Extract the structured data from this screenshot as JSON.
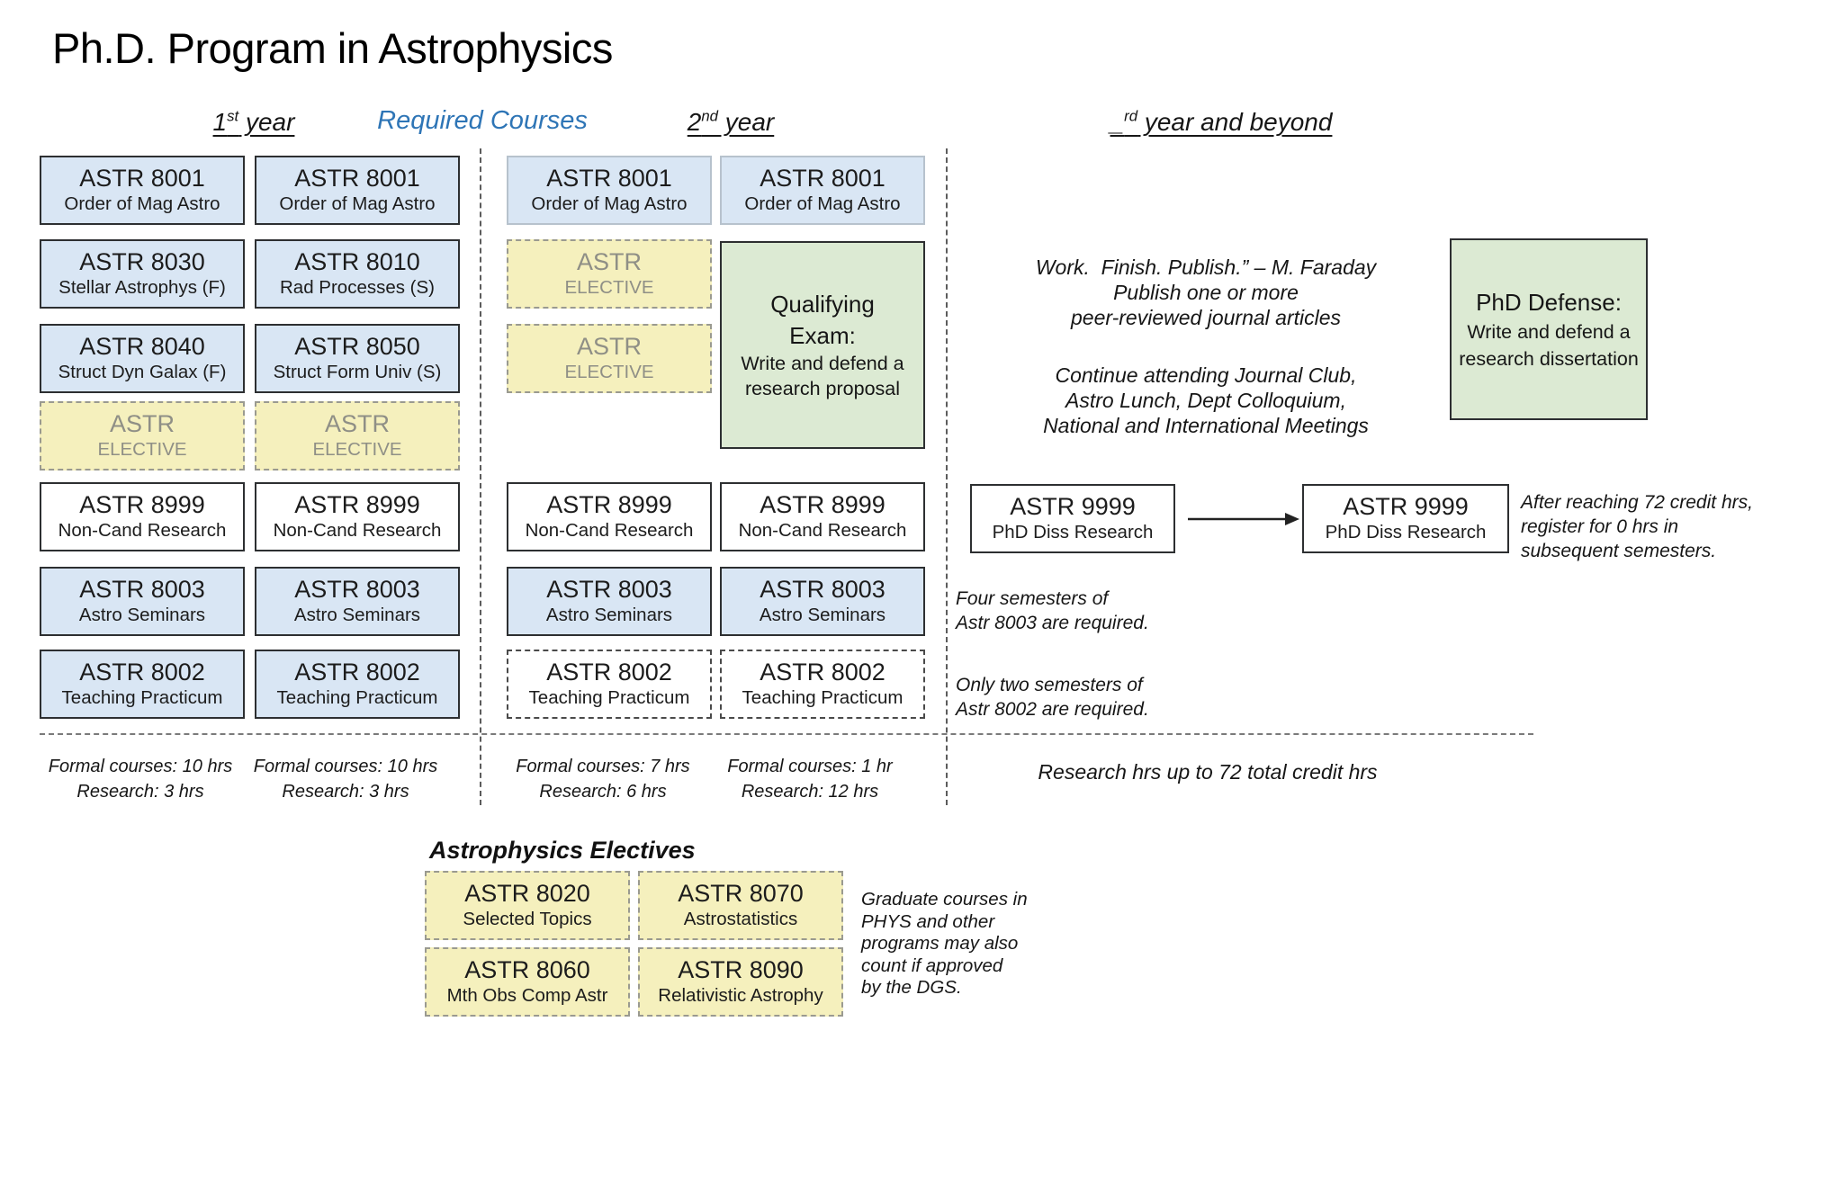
{
  "title": "Ph.D. Program in Astrophysics",
  "headers": {
    "year1": {
      "base": "1",
      "sup": "st",
      "rest": " year"
    },
    "required": "Required Courses",
    "year2": {
      "base": "2",
      "sup": "nd",
      "rest": " year"
    },
    "beyond": {
      "base": "_",
      "sup": "rd",
      "rest": " year and beyond"
    }
  },
  "sem1": [
    {
      "code": "ASTR 8001",
      "name": "Order of Mag Astro"
    },
    {
      "code": "ASTR 8030",
      "name": "Stellar Astrophys (F)"
    },
    {
      "code": "ASTR 8040",
      "name": "Struct Dyn Galax (F)"
    },
    {
      "code": "ASTR",
      "name": "ELECTIVE"
    },
    {
      "code": "ASTR 8999",
      "name": "Non-Cand Research"
    },
    {
      "code": "ASTR 8003",
      "name": "Astro Seminars"
    },
    {
      "code": "ASTR 8002",
      "name": "Teaching Practicum"
    }
  ],
  "sem2": [
    {
      "code": "ASTR 8001",
      "name": "Order of Mag Astro"
    },
    {
      "code": "ASTR 8010",
      "name": "Rad Processes (S)"
    },
    {
      "code": "ASTR 8050",
      "name": "Struct Form Univ (S)"
    },
    {
      "code": "ASTR",
      "name": "ELECTIVE"
    },
    {
      "code": "ASTR 8999",
      "name": "Non-Cand Research"
    },
    {
      "code": "ASTR 8003",
      "name": "Astro Seminars"
    },
    {
      "code": "ASTR 8002",
      "name": "Teaching Practicum"
    }
  ],
  "sem3": [
    {
      "code": "ASTR 8001",
      "name": "Order of Mag Astro"
    },
    {
      "code": "ASTR",
      "name": "ELECTIVE"
    },
    {
      "code": "ASTR",
      "name": "ELECTIVE"
    },
    {
      "code": "ASTR 8999",
      "name": "Non-Cand Research"
    },
    {
      "code": "ASTR 8003",
      "name": "Astro Seminars"
    },
    {
      "code": "ASTR 8002",
      "name": "Teaching Practicum"
    }
  ],
  "sem4": [
    {
      "code": "ASTR 8001",
      "name": "Order of Mag Astro"
    },
    {
      "code": "ASTR 8999",
      "name": "Non-Cand Research"
    },
    {
      "code": "ASTR 8003",
      "name": "Astro Seminars"
    },
    {
      "code": "ASTR 8002",
      "name": "Teaching Practicum"
    }
  ],
  "qualifying": {
    "title1": "Qualifying",
    "title2": "Exam:",
    "body1": "Write and defend a",
    "body2": "research proposal"
  },
  "beyond": {
    "quote1": "Work.  Finish. Publish.” – M. Faraday",
    "quote2": "Publish one or more",
    "quote3": "peer-reviewed journal articles",
    "cont1": "Continue attending Journal Club,",
    "cont2": "Astro Lunch, Dept Colloquium,",
    "cont3": "National and International Meetings",
    "defense_title": "PhD Defense:",
    "defense1": "Write and defend a",
    "defense2": "research dissertation",
    "diss1": {
      "code": "ASTR 9999",
      "name": "PhD Diss Research"
    },
    "diss2": {
      "code": "ASTR 9999",
      "name": "PhD Diss Research"
    },
    "after1": "After reaching 72 credit hrs,",
    "after2": "register for 0 hrs in",
    "after3": "subsequent semesters."
  },
  "side_notes": {
    "four1": "Four semesters of",
    "four2": "Astr 8003 are required.",
    "two1": "Only two semesters of",
    "two2": "Astr 8002 are required."
  },
  "hour_notes": [
    {
      "l1": "Formal courses: 10 hrs",
      "l2": "Research: 3 hrs"
    },
    {
      "l1": "Formal courses: 10 hrs",
      "l2": "Research: 3 hrs"
    },
    {
      "l1": "Formal courses: 7 hrs",
      "l2": "Research: 6 hrs"
    },
    {
      "l1": "Formal courses: 1 hr",
      "l2": "Research: 12 hrs"
    }
  ],
  "research_total": "Research hrs up to 72 total credit hrs",
  "electives": {
    "header": "Astrophysics Electives",
    "boxes": [
      {
        "code": "ASTR 8020",
        "name": "Selected Topics"
      },
      {
        "code": "ASTR 8070",
        "name": "Astrostatistics"
      },
      {
        "code": "ASTR 8060",
        "name": "Mth Obs Comp Astr"
      },
      {
        "code": "ASTR 8090",
        "name": "Relativistic Astrophy"
      }
    ],
    "note1": "Graduate courses in",
    "note2": "PHYS and other",
    "note3": "programs may also",
    "note4": "count if approved",
    "note5": "by the DGS."
  },
  "colors": {
    "course_blue": "#d9e6f4",
    "elective_yellow": "#f5f0bd",
    "milestone_green": "#dcead3",
    "header_blue": "#2e75b6",
    "dark_border": "#2d2f31"
  }
}
